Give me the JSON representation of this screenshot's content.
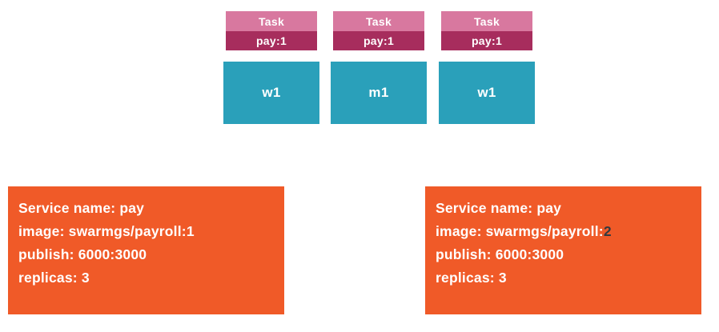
{
  "colors": {
    "task_header_bg": "#d8789f",
    "task_tag_bg": "#a72d5d",
    "node_bg": "#2aa0ba",
    "service_bg": "#f05a28",
    "text": "#ffffff",
    "version_highlight": "#333a40"
  },
  "tasks": [
    {
      "header": "Task",
      "tag": "pay:1",
      "node": "w1"
    },
    {
      "header": "Task",
      "tag": "pay:1",
      "node": "m1"
    },
    {
      "header": "Task",
      "tag": "pay:1",
      "node": "w1"
    }
  ],
  "services": [
    {
      "name_line": "Service name: pay",
      "image_prefix": "image: swarmgs/payroll:",
      "image_version": "1",
      "image_version_color": "#ffffff",
      "publish_line": "publish: 6000:3000",
      "replicas_line": "replicas: 3"
    },
    {
      "name_line": "Service name: pay",
      "image_prefix": "image: swarmgs/payroll:",
      "image_version": "2",
      "image_version_color": "#333a40",
      "publish_line": "publish: 6000:3000",
      "replicas_line": "replicas: 3"
    }
  ]
}
